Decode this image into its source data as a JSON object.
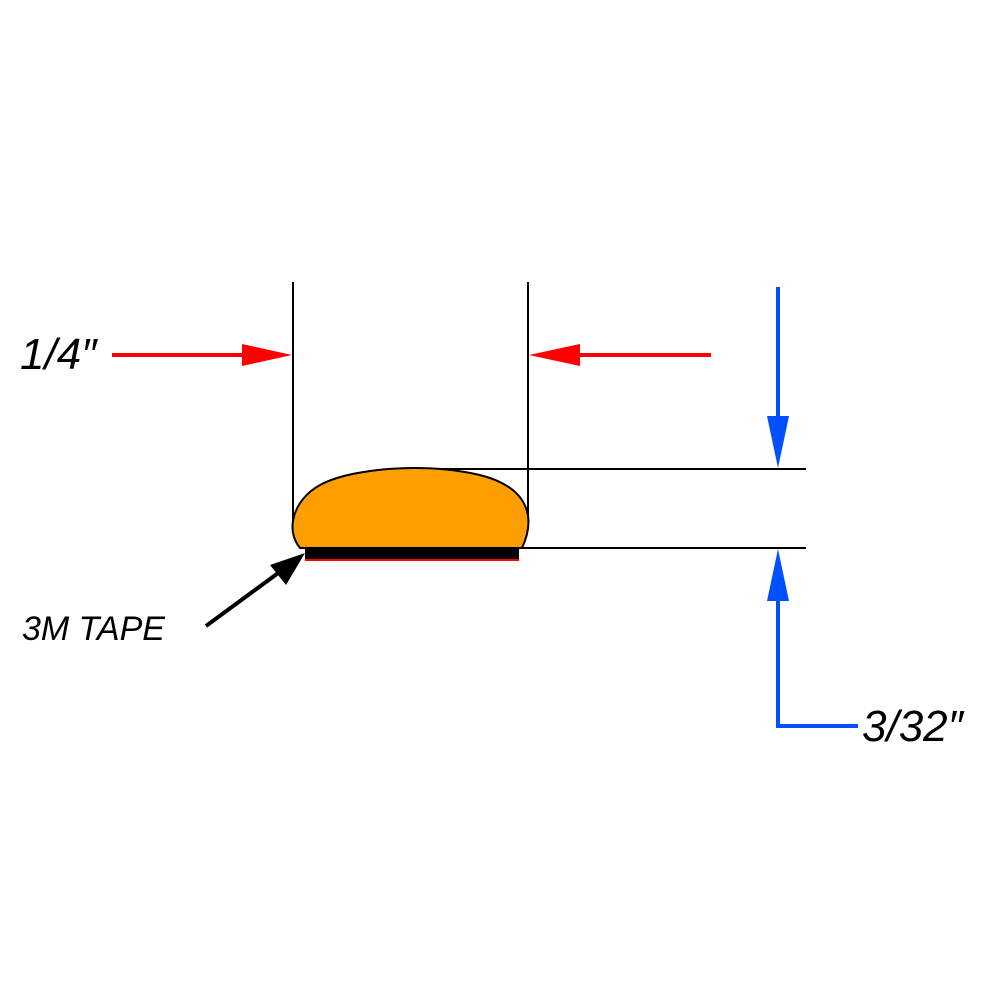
{
  "labels": {
    "width": "1/4″",
    "height": "3/32″",
    "tape": "3M TAPE"
  },
  "colors": {
    "bumper": "#FF9E00",
    "width_arrow": "#FF0000",
    "height_arrow": "#0050FF",
    "tape": "#000000",
    "tape_edge": "#FF0000"
  }
}
